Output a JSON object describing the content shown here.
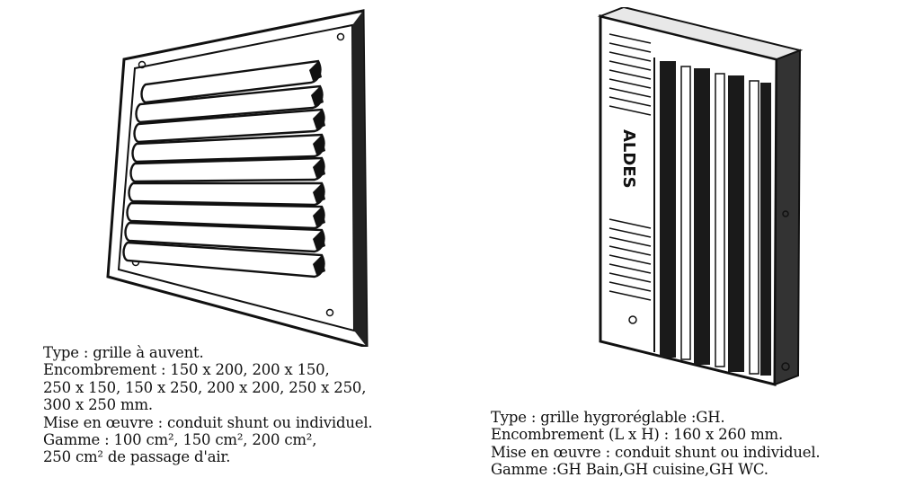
{
  "left_product": {
    "lines": [
      "Type : grille à auvent.",
      "Encombrement : 150 x 200, 200 x 150,",
      "250 x 150, 150 x 250, 200 x 200, 250 x 250,",
      "300 x 250 mm.",
      "Mise en œuvre : conduit shunt ou individuel.",
      "Gamme : 100 cm², 150 cm², 200 cm²,",
      "250 cm² de passage d'air."
    ]
  },
  "right_product": {
    "brand_mark": "ALDES",
    "lines": [
      "Type : grille hygroréglable :GH.",
      "Encombrement (L x H) : 160 x 260 mm.",
      "Mise en œuvre : conduit shunt ou individuel.",
      "Gamme :GH Bain,GH cuisine,GH WC."
    ]
  },
  "colors": {
    "ink": "#111111",
    "paper": "#ffffff",
    "shade": "#2a2a2a"
  }
}
